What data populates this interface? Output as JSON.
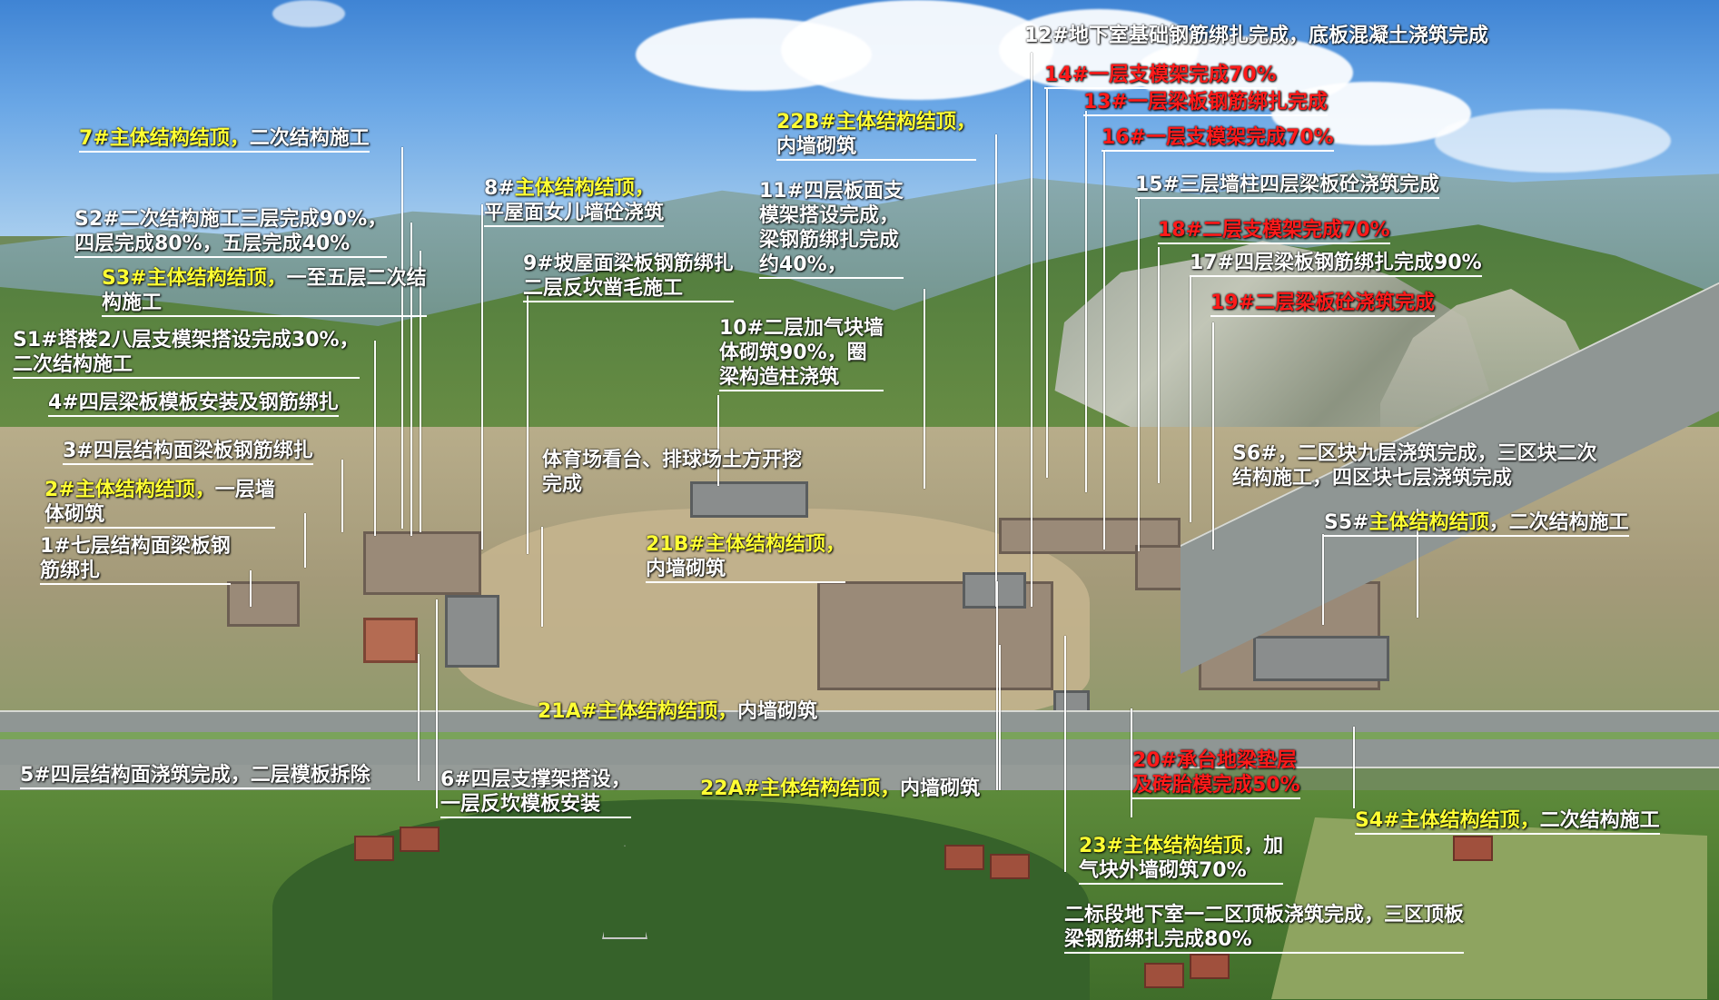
{
  "annotations": [
    {
      "id": "1",
      "lines": [
        [
          {
            "t": "12#地下室基础钢筋绑扎完成，底板混凝土浇筑完成",
            "c": "w"
          }
        ]
      ]
    },
    {
      "id": "2",
      "lines": [
        [
          {
            "t": "14#一层支模架完成70%",
            "c": "r"
          }
        ]
      ]
    },
    {
      "id": "3",
      "lines": [
        [
          {
            "t": "13#一层梁板钢筋绑扎完成",
            "c": "r"
          }
        ]
      ]
    },
    {
      "id": "4",
      "lines": [
        [
          {
            "t": "16#一层支模架完成70%",
            "c": "r"
          }
        ]
      ]
    },
    {
      "id": "5",
      "lines": [
        [
          {
            "t": "15#三层墙柱四层梁板砼浇筑完成",
            "c": "w"
          }
        ]
      ]
    },
    {
      "id": "6",
      "lines": [
        [
          {
            "t": "18#二层支模架完成70%",
            "c": "r"
          }
        ]
      ]
    },
    {
      "id": "7",
      "lines": [
        [
          {
            "t": "17#四层梁板钢筋绑扎完成90%",
            "c": "w"
          }
        ]
      ]
    },
    {
      "id": "8",
      "lines": [
        [
          {
            "t": "19#二层梁板砼浇筑完成",
            "c": "r"
          }
        ]
      ]
    },
    {
      "id": "9",
      "lines": [
        [
          {
            "t": "22B#主体结构结顶，",
            "c": "y"
          }
        ],
        [
          {
            "t": "内墙砌筑",
            "c": "w"
          }
        ]
      ]
    },
    {
      "id": "10",
      "lines": [
        [
          {
            "t": "7#主体结构结顶，",
            "c": "y"
          },
          {
            "t": "二次结构施工",
            "c": "w"
          }
        ]
      ]
    },
    {
      "id": "11",
      "lines": [
        [
          {
            "t": "8#",
            "c": "w"
          },
          {
            "t": "主体结构结顶，",
            "c": "y"
          }
        ],
        [
          {
            "t": "平屋面女儿墙砼浇筑",
            "c": "w"
          }
        ]
      ]
    },
    {
      "id": "12",
      "lines": [
        [
          {
            "t": "11#四层板面支",
            "c": "w"
          }
        ],
        [
          {
            "t": "模架搭设完成，",
            "c": "w"
          }
        ],
        [
          {
            "t": "梁钢筋绑扎完成",
            "c": "w"
          }
        ],
        [
          {
            "t": "约40%，",
            "c": "w"
          }
        ]
      ]
    },
    {
      "id": "13",
      "lines": [
        [
          {
            "t": "S2#二次结构施工三层完成90%，",
            "c": "w"
          }
        ],
        [
          {
            "t": "四层完成80%，五层完成40%",
            "c": "w"
          }
        ]
      ]
    },
    {
      "id": "14",
      "lines": [
        [
          {
            "t": "S3#主体结构结顶，",
            "c": "y"
          },
          {
            "t": "一至五层二次结",
            "c": "w"
          }
        ],
        [
          {
            "t": "构施工",
            "c": "w"
          }
        ]
      ]
    },
    {
      "id": "15",
      "lines": [
        [
          {
            "t": "9#坡屋面梁板钢筋绑扎",
            "c": "w"
          }
        ],
        [
          {
            "t": "二层反坎凿毛施工",
            "c": "w"
          }
        ]
      ]
    },
    {
      "id": "16",
      "lines": [
        [
          {
            "t": "S1#塔楼2八层支模架搭设完成30%，",
            "c": "w"
          }
        ],
        [
          {
            "t": "二次结构施工",
            "c": "w"
          }
        ]
      ]
    },
    {
      "id": "17",
      "lines": [
        [
          {
            "t": "10#二层加气块墙",
            "c": "w"
          }
        ],
        [
          {
            "t": "体砌筑90%，圈",
            "c": "w"
          }
        ],
        [
          {
            "t": "梁构造柱浇筑",
            "c": "w"
          }
        ]
      ]
    },
    {
      "id": "18",
      "lines": [
        [
          {
            "t": "4#四层梁板模板安装及钢筋绑扎",
            "c": "w"
          }
        ]
      ]
    },
    {
      "id": "19",
      "lines": [
        [
          {
            "t": "3#四层结构面梁板钢筋绑扎",
            "c": "w"
          }
        ]
      ]
    },
    {
      "id": "20",
      "lines": [
        [
          {
            "t": "体育场看台、排球场土方开挖",
            "c": "w"
          }
        ],
        [
          {
            "t": "完成",
            "c": "w"
          }
        ]
      ]
    },
    {
      "id": "21",
      "lines": [
        [
          {
            "t": "S6#，二区块九层浇筑完成，三区块二次",
            "c": "w"
          }
        ],
        [
          {
            "t": "结构施工，四区块七层浇筑完成",
            "c": "w"
          }
        ]
      ]
    },
    {
      "id": "22",
      "lines": [
        [
          {
            "t": "2#主体结构结顶，",
            "c": "y"
          },
          {
            "t": "一层墙",
            "c": "w"
          }
        ],
        [
          {
            "t": "体砌筑",
            "c": "w"
          }
        ]
      ]
    },
    {
      "id": "23",
      "lines": [
        [
          {
            "t": "S5#",
            "c": "w"
          },
          {
            "t": "主体结构结顶",
            "c": "y"
          },
          {
            "t": "，二次结构施工",
            "c": "w"
          }
        ]
      ]
    },
    {
      "id": "24",
      "lines": [
        [
          {
            "t": "1#七层结构面梁板钢",
            "c": "w"
          }
        ],
        [
          {
            "t": "筋绑扎",
            "c": "w"
          }
        ]
      ]
    },
    {
      "id": "25",
      "lines": [
        [
          {
            "t": "21B#主体结构结顶，",
            "c": "y"
          }
        ],
        [
          {
            "t": "内墙砌筑",
            "c": "w"
          }
        ]
      ]
    },
    {
      "id": "26",
      "lines": [
        [
          {
            "t": "21A#主体结构结顶，",
            "c": "y"
          },
          {
            "t": "内墙砌筑",
            "c": "w"
          }
        ]
      ]
    },
    {
      "id": "27",
      "lines": [
        [
          {
            "t": "20#承台地梁垫层",
            "c": "r"
          }
        ],
        [
          {
            "t": "及砖胎模完成50%",
            "c": "r"
          }
        ]
      ]
    },
    {
      "id": "28",
      "lines": [
        [
          {
            "t": "5#四层结构面浇筑完成，二层模板拆除",
            "c": "w"
          }
        ]
      ]
    },
    {
      "id": "29",
      "lines": [
        [
          {
            "t": "6#四层支撑架搭设，",
            "c": "w"
          }
        ],
        [
          {
            "t": "一层反坎模板安装",
            "c": "w"
          }
        ]
      ]
    },
    {
      "id": "30",
      "lines": [
        [
          {
            "t": "22A#主体结构结顶，",
            "c": "y"
          },
          {
            "t": "内墙砌筑",
            "c": "w"
          }
        ]
      ]
    },
    {
      "id": "31",
      "lines": [
        [
          {
            "t": "S4#主体结构结顶，",
            "c": "y"
          },
          {
            "t": "二次结构施工",
            "c": "w"
          }
        ]
      ]
    },
    {
      "id": "32",
      "lines": [
        [
          {
            "t": "23#主体结构结顶",
            "c": "y"
          },
          {
            "t": "，加",
            "c": "w"
          }
        ],
        [
          {
            "t": "气块外墙砌筑70%",
            "c": "w"
          }
        ]
      ]
    },
    {
      "id": "33",
      "lines": [
        [
          {
            "t": "二标段地下室一二区顶板浇筑完成，三区顶板",
            "c": "w"
          }
        ],
        [
          {
            "t": "梁钢筋绑扎完成80%",
            "c": "w"
          }
        ]
      ]
    }
  ]
}
